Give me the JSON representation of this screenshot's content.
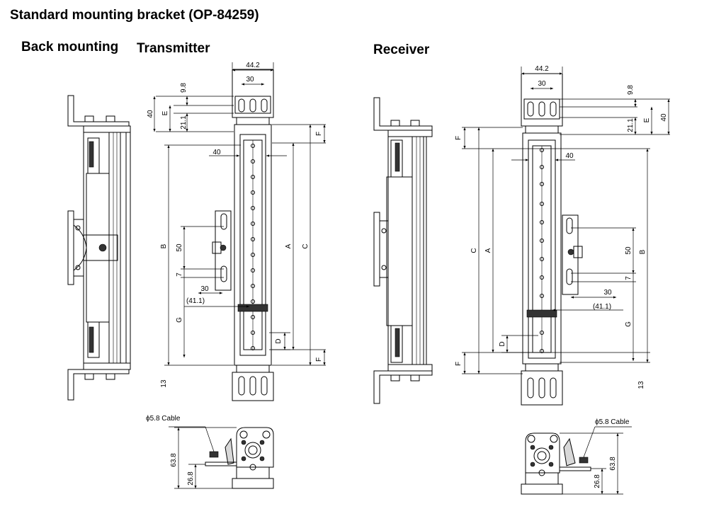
{
  "title": "Standard mounting bracket (OP-84259)",
  "sections": {
    "back_mounting": "Back mounting",
    "transmitter": "Transmitter",
    "receiver": "Receiver"
  },
  "dimensions": {
    "width": "44.2",
    "hole_pitch": "30",
    "d9_8": "9.8",
    "d40": "40",
    "d21_1": "21.1",
    "E": "E",
    "F": "F",
    "A": "A",
    "B": "B",
    "C": "C",
    "D": "D",
    "G": "G",
    "d50": "50",
    "d7": "7",
    "d41_1": "(41.1)",
    "d13": "13",
    "cable": "ϕ5.8 Cable",
    "d63_8": "63.8",
    "d26_8": "26.8"
  }
}
